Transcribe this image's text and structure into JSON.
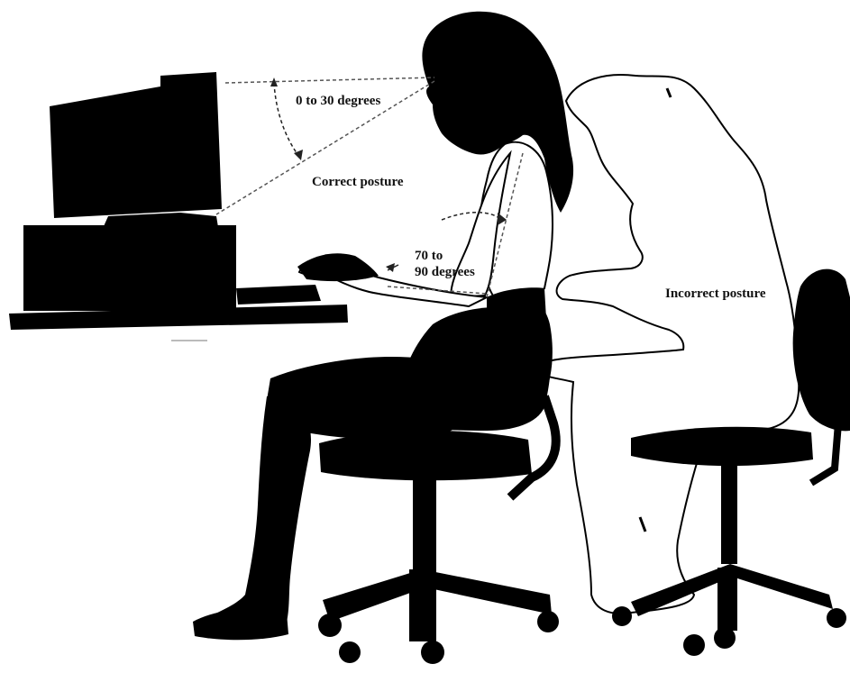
{
  "labels": {
    "eye_angle": "0 to 30 degrees",
    "correct": "Correct posture",
    "elbow_angle_line1": "70 to",
    "elbow_angle_line2": "90 degrees",
    "incorrect": "Incorrect posture"
  },
  "colors": {
    "silhouette": "#000000",
    "background": "#ffffff",
    "outline": "#000000"
  }
}
